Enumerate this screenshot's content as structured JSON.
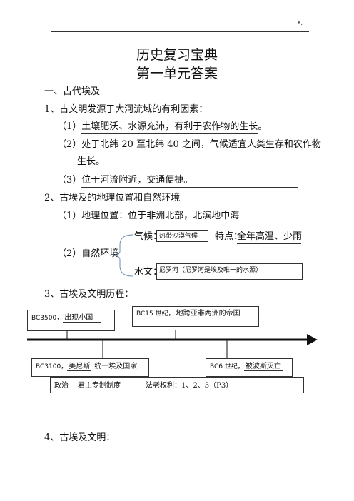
{
  "header": {
    "corner_mark": "•."
  },
  "title": {
    "line1": "历史复习宝典",
    "line2": "第一单元答案"
  },
  "section1": {
    "heading": "一、古代埃及"
  },
  "q1": {
    "text": "1、古文明发源于大河流域的有利因素：",
    "a1_num": "（1）",
    "a1_text": "土壤肥沃、水源充沛，有利于农作物的生长。",
    "a2_num": "（2）",
    "a2_text": "处于北纬 20 至北纬 40 之间，气候适宜人类生存和农作物",
    "a2_cont": "生长。",
    "a3_num": "（3）",
    "a3_text": "位于河流附近，交通便捷。"
  },
  "q2": {
    "text": "2、古埃及的地理位置和自然环境",
    "loc": "（1）地理位置：位于非洲北部，北滨地中海",
    "env_label": "（2）自然环境",
    "climate_label": "气候：",
    "climate_value": "热带沙漠气候",
    "feature_label": "特点：",
    "feature_value": "全年高温、少雨",
    "water_label": "水文：",
    "water_value": "尼罗河（尼罗河是埃及唯一的水源）"
  },
  "q3": {
    "text": "3、古埃及文明历程：",
    "timeline": {
      "bc3500_year": "BC3500，",
      "bc3500_event": "出现小国",
      "bc15_year": "BC15 世纪，",
      "bc15_event": "地跨亚非两洲的帝国",
      "bc3100_year": "BC3100，",
      "bc3100_person": "美尼斯",
      "bc3100_event": "统一埃及国家",
      "bc6_year": "BC6 世纪，",
      "bc6_event": "被波斯灭亡"
    },
    "table": {
      "col1": "政治",
      "col2": "君主专制制度",
      "col3": "法老权利：1、2、3（P3）"
    }
  },
  "q4": {
    "text": "4、古埃及文明："
  }
}
